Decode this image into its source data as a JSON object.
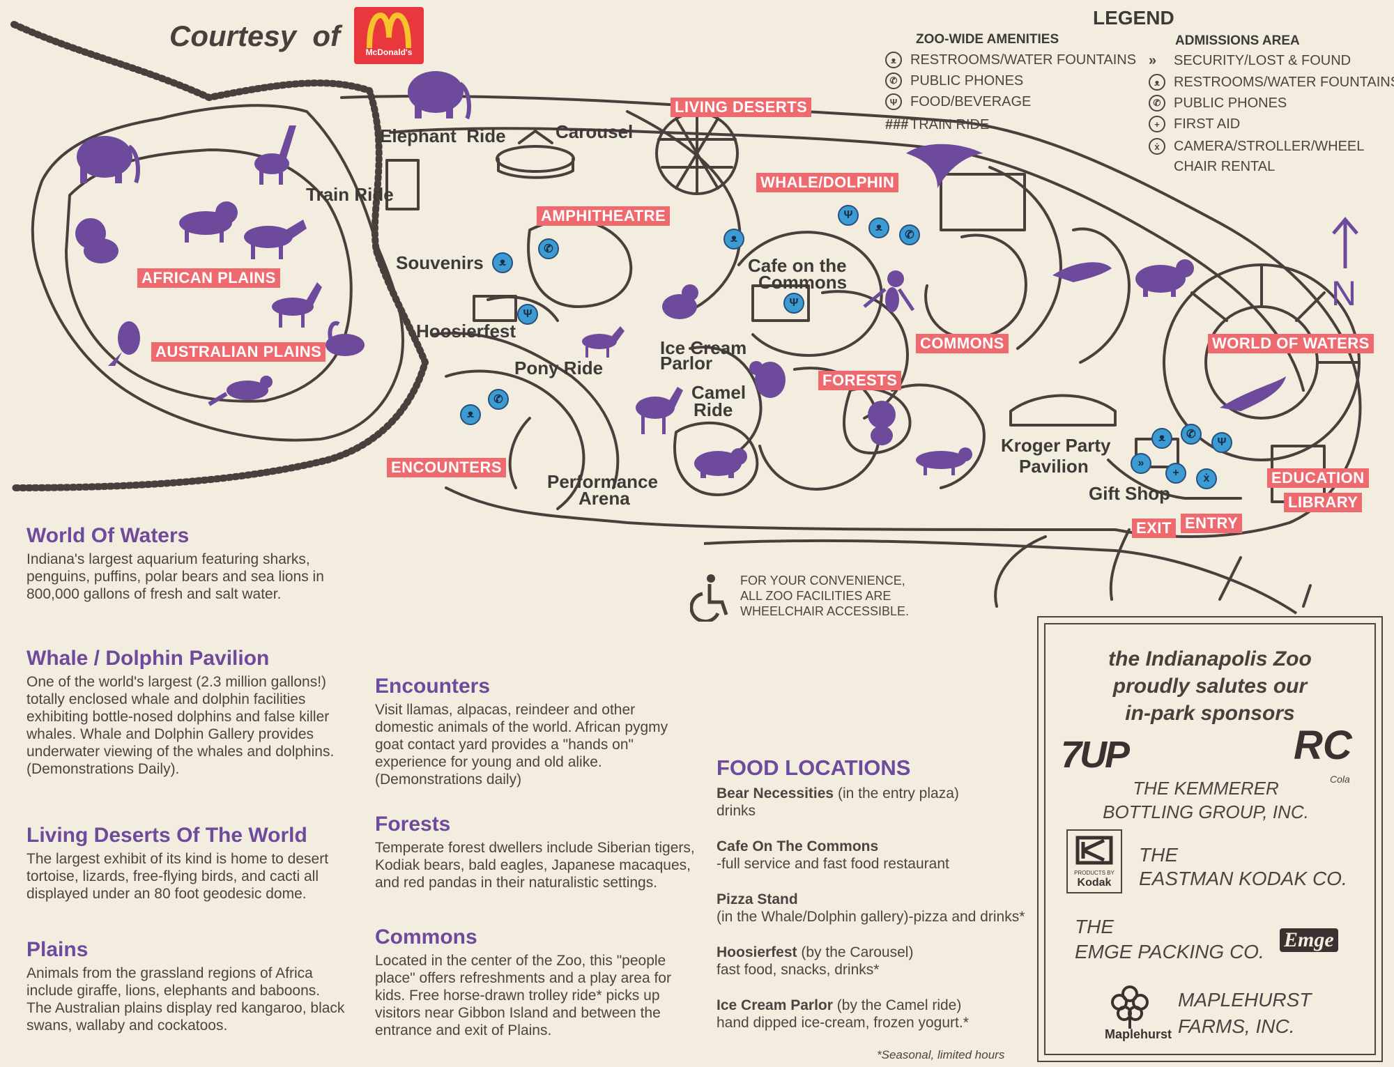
{
  "header": {
    "courtesy": "Courtesy  of",
    "mcdonalds_logo_text": "McDonald's"
  },
  "legend": {
    "title": "LEGEND",
    "zoo_wide": {
      "heading": "ZOO-WIDE AMENITIES",
      "items": [
        "RESTROOMS/WATER FOUNTAINS",
        "PUBLIC PHONES",
        "FOOD/BEVERAGE",
        "TRAIN RIDE"
      ]
    },
    "admissions": {
      "heading": "ADMISSIONS AREA",
      "items": [
        "SECURITY/LOST & FOUND",
        "RESTROOMS/WATER FOUNTAINS",
        "PUBLIC PHONES",
        "FIRST AID",
        "CAMERA/STROLLER/WHEEL",
        "CHAIR RENTAL"
      ]
    }
  },
  "map": {
    "zones": {
      "living_deserts": "LIVING DESERTS",
      "whale_dolphin": "WHALE/DOLPHIN",
      "amphitheatre": "AMPHITHEATRE",
      "african_plains": "AFRICAN PLAINS",
      "australian_plains": "AUSTRALIAN PLAINS",
      "commons": "COMMONS",
      "forests": "FORESTS",
      "world_of_waters": "WORLD OF WATERS",
      "encounters": "ENCOUNTERS",
      "education": "EDUCATION",
      "library": "LIBRARY",
      "exit": "EXIT",
      "entry": "ENTRY"
    },
    "places": {
      "elephant_ride": "Elephant  Ride",
      "carousel": "Carousel",
      "train_ride": "Train Ride",
      "souvenirs": "Souvenirs",
      "hoosierfest": "Hoosierfest",
      "pony_ride": "Pony Ride",
      "ice_cream_1": "Ice Cream",
      "ice_cream_2": "Parlor",
      "camel_1": "Camel",
      "camel_2": "Ride",
      "cafe_1": "Cafe on the",
      "cafe_2": "Commons",
      "kroger_1": "Kroger Party",
      "kroger_2": "Pavilion",
      "gift_shop": "Gift Shop",
      "performance_1": "Performance",
      "performance_2": "Arena"
    },
    "north": "N",
    "wheelchair_note": [
      "FOR YOUR CONVENIENCE,",
      "ALL ZOO FACILITIES ARE",
      "WHEELCHAIR ACCESSIBLE."
    ]
  },
  "sections": {
    "world_of_waters": {
      "title": "World Of Waters",
      "body": "Indiana's largest aquarium featuring sharks, penguins, puffins, polar bears and sea lions in 800,000 gallons of fresh and salt water."
    },
    "whale_dolphin": {
      "title": "Whale / Dolphin Pavilion",
      "body": "One of the world's largest (2.3 million gallons!) totally enclosed whale and dolphin facilities exhibiting bottle-nosed dolphins and false killer whales. Whale and Dolphin Gallery provides underwater viewing of the whales and dolphins. (Demonstrations Daily)."
    },
    "living_deserts": {
      "title": "Living Deserts Of The World",
      "body": "The largest exhibit of its kind is home to desert tortoise, lizards, free-flying birds, and cacti all displayed under an 80 foot geodesic dome."
    },
    "plains": {
      "title": "Plains",
      "body": "Animals from the grassland regions of Africa include giraffe, lions, elephants and baboons. The Australian plains display red kangaroo, black swans, wallaby and cockatoos."
    },
    "encounters": {
      "title": "Encounters",
      "body": "Visit llamas, alpacas, reindeer and other domestic animals of the world. African pygmy goat contact yard provides a \"hands on\" experience for young and old alike. (Demonstrations daily)"
    },
    "forests": {
      "title": "Forests",
      "body": "Temperate forest dwellers include Siberian tigers, Kodiak bears, bald eagles, Japanese macaques, and red pandas in their naturalistic settings."
    },
    "commons": {
      "title": "Commons",
      "body": "Located in the center of the Zoo, this \"people place\" offers refreshments and a play area for kids. Free horse-drawn trolley ride* picks up visitors near Gibbon Island and between the entrance and exit of Plains."
    }
  },
  "food": {
    "title": "FOOD LOCATIONS",
    "items": [
      {
        "name": "Bear Necessities",
        "where": " (in the entry plaza)",
        "desc": "drinks"
      },
      {
        "name": "Cafe On The Commons",
        "where": "",
        "desc": "-full service and fast food restaurant"
      },
      {
        "name": "Pizza Stand",
        "where": "",
        "desc": "(in the Whale/Dolphin gallery)-pizza and drinks*"
      },
      {
        "name": "Hoosierfest",
        "where": " (by the Carousel)",
        "desc": "fast food, snacks, drinks*"
      },
      {
        "name": "Ice Cream Parlor",
        "where": " (by the Camel ride)",
        "desc": "hand dipped ice-cream, frozen yogurt.*"
      }
    ],
    "footnote": "*Seasonal, limited hours"
  },
  "sponsors": {
    "heading": [
      "the Indianapolis Zoo",
      "proudly salutes our",
      "in-park sponsors"
    ],
    "sevenup": "7UP",
    "rc": "RC",
    "rc_sub": "Cola",
    "kemmerer_1": "THE KEMMERER",
    "kemmerer_2": "BOTTLING GROUP, INC.",
    "kodak_logo": "Kodak",
    "kodak_small": "PRODUCTS BY",
    "kodak_1": "THE",
    "kodak_2": "EASTMAN KODAK CO.",
    "emge_1": "THE",
    "emge_2": "EMGE PACKING CO.",
    "emge_logo": "Emge",
    "maple_1": "MAPLEHURST",
    "maple_2": "FARMS, INC.",
    "maple_logo": "Maplehurst"
  },
  "colors": {
    "purple": "#6d4a9b",
    "red_tag": "#ef6a6e",
    "blue_icon": "#3d9bd4",
    "path": "#4a3f3c"
  }
}
